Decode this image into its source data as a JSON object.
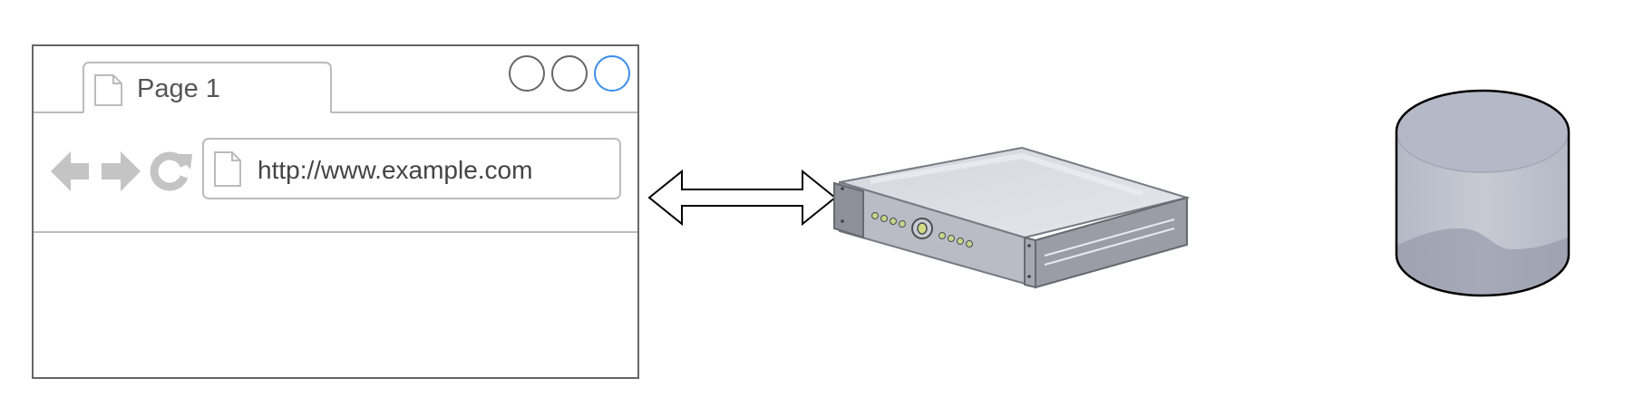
{
  "browser": {
    "tab": {
      "label": "Page 1",
      "icon": "document-icon"
    },
    "window_controls": [
      {
        "name": "window-control-1",
        "color": "#666666"
      },
      {
        "name": "window-control-2",
        "color": "#666666"
      },
      {
        "name": "window-control-3",
        "color": "#3b8eea"
      }
    ],
    "nav_icons": [
      "back-arrow-icon",
      "forward-arrow-icon",
      "reload-icon"
    ],
    "address_bar": {
      "url": "http://www.example.com",
      "icon": "document-icon"
    }
  },
  "connector": {
    "icon": "double-arrow-icon"
  },
  "server": {
    "icon": "rack-server-icon"
  },
  "database": {
    "icon": "database-cylinder-icon"
  },
  "colors": {
    "frame": "#666666",
    "divider": "#bbbbbb",
    "icon_gray": "#c4c4c4",
    "accent_blue": "#3b8eea"
  }
}
